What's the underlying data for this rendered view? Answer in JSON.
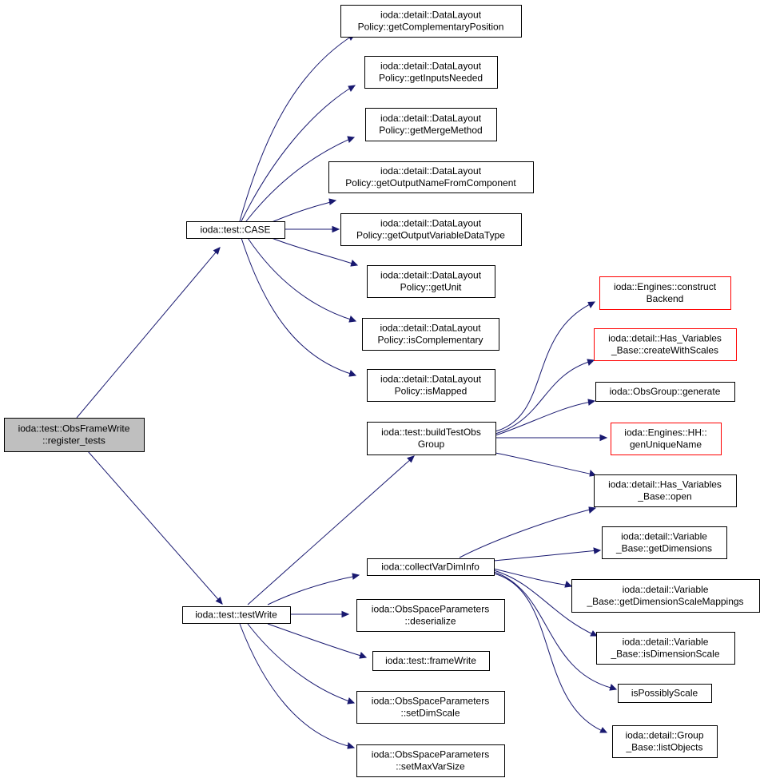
{
  "nodes": {
    "register_tests": [
      "ioda::test::ObsFrameWrite",
      "::register_tests"
    ],
    "case": [
      "ioda::test::CASE"
    ],
    "testwrite": [
      "ioda::test::testWrite"
    ],
    "getcomplementaryposition": [
      "ioda::detail::DataLayout",
      "Policy::getComplementaryPosition"
    ],
    "getinputsneeded": [
      "ioda::detail::DataLayout",
      "Policy::getInputsNeeded"
    ],
    "getmergemethod": [
      "ioda::detail::DataLayout",
      "Policy::getMergeMethod"
    ],
    "getoutputnamefromcomponent": [
      "ioda::detail::DataLayout",
      "Policy::getOutputNameFromComponent"
    ],
    "getoutputvariabledatatype": [
      "ioda::detail::DataLayout",
      "Policy::getOutputVariableDataType"
    ],
    "getunit": [
      "ioda::detail::DataLayout",
      "Policy::getUnit"
    ],
    "iscomplementary": [
      "ioda::detail::DataLayout",
      "Policy::isComplementary"
    ],
    "ismapped": [
      "ioda::detail::DataLayout",
      "Policy::isMapped"
    ],
    "buildtestobsgroup": [
      "ioda::test::buildTestObs",
      "Group"
    ],
    "constructbackend": [
      "ioda::Engines::construct",
      "Backend"
    ],
    "createwithscales": [
      "ioda::detail::Has_Variables",
      "_Base::createWithScales"
    ],
    "generate": [
      "ioda::ObsGroup::generate"
    ],
    "genuniquename": [
      "ioda::Engines::HH::",
      "genUniqueName"
    ],
    "open": [
      "ioda::detail::Has_Variables",
      "_Base::open"
    ],
    "collectvardiminfo": [
      "ioda::collectVarDimInfo"
    ],
    "getdimensions": [
      "ioda::detail::Variable",
      "_Base::getDimensions"
    ],
    "getdimensionscalemappings": [
      "ioda::detail::Variable",
      "_Base::getDimensionScaleMappings"
    ],
    "isdimensionscale": [
      "ioda::detail::Variable",
      "_Base::isDimensionScale"
    ],
    "ispossiblyscale": [
      "isPossiblyScale"
    ],
    "listobjects": [
      "ioda::detail::Group",
      "_Base::listObjects"
    ],
    "deserialize": [
      "ioda::ObsSpaceParameters",
      "::deserialize"
    ],
    "framewrite": [
      "ioda::test::frameWrite"
    ],
    "setdimscale": [
      "ioda::ObsSpaceParameters",
      "::setDimScale"
    ],
    "setmaxvarsize": [
      "ioda::ObsSpaceParameters",
      "::setMaxVarSize"
    ]
  },
  "edges": [
    [
      "register_tests",
      "case"
    ],
    [
      "register_tests",
      "testwrite"
    ],
    [
      "case",
      "getcomplementaryposition"
    ],
    [
      "case",
      "getinputsneeded"
    ],
    [
      "case",
      "getmergemethod"
    ],
    [
      "case",
      "getoutputnamefromcomponent"
    ],
    [
      "case",
      "getoutputvariabledatatype"
    ],
    [
      "case",
      "getunit"
    ],
    [
      "case",
      "iscomplementary"
    ],
    [
      "case",
      "ismapped"
    ],
    [
      "testwrite",
      "buildtestobsgroup"
    ],
    [
      "testwrite",
      "collectvardiminfo"
    ],
    [
      "testwrite",
      "deserialize"
    ],
    [
      "testwrite",
      "framewrite"
    ],
    [
      "testwrite",
      "setdimscale"
    ],
    [
      "testwrite",
      "setmaxvarsize"
    ],
    [
      "buildtestobsgroup",
      "constructbackend"
    ],
    [
      "buildtestobsgroup",
      "createwithscales"
    ],
    [
      "buildtestobsgroup",
      "generate"
    ],
    [
      "buildtestobsgroup",
      "genuniquename"
    ],
    [
      "buildtestobsgroup",
      "open"
    ],
    [
      "collectvardiminfo",
      "open"
    ],
    [
      "collectvardiminfo",
      "getdimensions"
    ],
    [
      "collectvardiminfo",
      "getdimensionscalemappings"
    ],
    [
      "collectvardiminfo",
      "isdimensionscale"
    ],
    [
      "collectvardiminfo",
      "ispossiblyscale"
    ],
    [
      "collectvardiminfo",
      "listobjects"
    ]
  ],
  "colors": {
    "edge": "#191970",
    "root_fill": "#bfbfbf",
    "external_border": "#ff0000",
    "node_border": "#000000"
  }
}
